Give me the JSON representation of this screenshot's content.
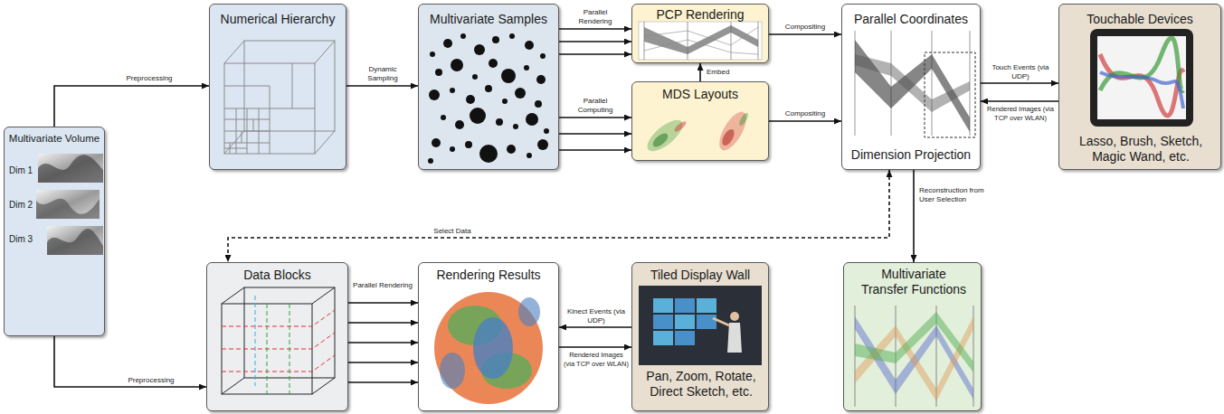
{
  "diagram": {
    "nodes": [
      {
        "text": [
          "Multivariate Volume",
          "Dim 1",
          "Dim 2",
          "Dim 3"
        ]
      },
      {
        "text": [
          "Numerical Hierarchy"
        ]
      },
      {
        "text": [
          "Multivariate Samples"
        ]
      },
      {
        "text": [
          "PCP Rendering"
        ]
      },
      {
        "text": [
          "MDS Layouts"
        ]
      },
      {
        "text": [
          "Parallel Coordinates",
          "Dimension Projection"
        ]
      },
      {
        "text": [
          "Touchable Devices",
          "Lasso, Brush, Sketch, Magic Wand, etc."
        ]
      },
      {
        "text": [
          "Data Blocks"
        ]
      },
      {
        "text": [
          "Rendering Results"
        ]
      },
      {
        "text": [
          "Tiled Display Wall",
          "Pan, Zoom, Rotate, Direct Sketch, etc."
        ]
      },
      {
        "text": [
          "Multivariate Transfer Functions"
        ]
      }
    ],
    "edges": [
      {
        "from": 0,
        "to": 1,
        "label": "Preprocessing",
        "arrow": "to"
      },
      {
        "from": 1,
        "to": 2,
        "label": "Dynamic Sampling",
        "arrow": "to"
      },
      {
        "from": 2,
        "to": 3,
        "label": "Parallel Rendering",
        "arrow": "to"
      },
      {
        "from": 2,
        "to": 3,
        "arrow": "to"
      },
      {
        "from": 2,
        "to": 3,
        "arrow": "to"
      },
      {
        "from": 2,
        "to": 4,
        "label": "Parallel Computing",
        "arrow": "to"
      },
      {
        "from": 2,
        "to": 4,
        "arrow": "to"
      },
      {
        "from": 2,
        "to": 4,
        "arrow": "to"
      },
      {
        "from": 4,
        "to": 3,
        "label": "Embed",
        "arrow": "to"
      },
      {
        "from": 3,
        "to": 5,
        "label": "Compositing",
        "arrow": "to"
      },
      {
        "from": 4,
        "to": 5,
        "label": "Compositing",
        "arrow": "to"
      },
      {
        "from": 5,
        "to": 6,
        "label": "Touch Events (via UDP)",
        "arrow": "to"
      },
      {
        "from": 6,
        "to": 5,
        "label": "Rendered Images (via TCP over WLAN)",
        "arrow": "to"
      },
      {
        "from": 5,
        "to": 10,
        "label": "Reconstruction from User Selection",
        "arrow": "to"
      },
      {
        "from": 5,
        "to": 7,
        "label": "Select Data",
        "arrow": "both"
      },
      {
        "from": 0,
        "to": 7,
        "label": "Preprocessing",
        "arrow": "to"
      },
      {
        "from": 7,
        "to": 8,
        "label": "Parallel Rendering",
        "arrow": "to"
      },
      {
        "from": 7,
        "to": 8,
        "arrow": "to"
      },
      {
        "from": 7,
        "to": 8,
        "arrow": "to"
      },
      {
        "from": 7,
        "to": 8,
        "arrow": "to"
      },
      {
        "from": 7,
        "to": 8,
        "arrow": "to"
      },
      {
        "from": 9,
        "to": 8,
        "label": "Kinect Events (via UDP)",
        "arrow": "to"
      },
      {
        "from": 8,
        "to": 9,
        "label": "Rendered Images (via TCP over WLAN)",
        "arrow": "to"
      }
    ]
  }
}
